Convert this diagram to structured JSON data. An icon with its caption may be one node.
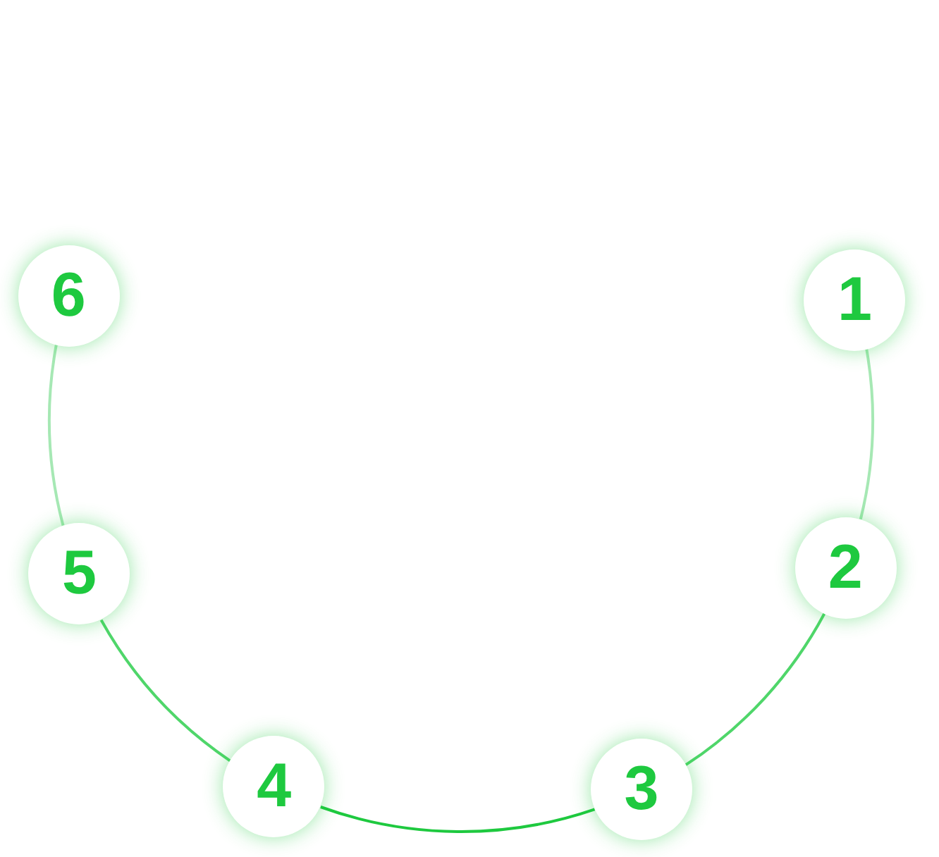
{
  "diagram": {
    "nodes": [
      {
        "text": [
          "1"
        ]
      },
      {
        "text": [
          "2"
        ]
      },
      {
        "text": [
          "3"
        ]
      },
      {
        "text": [
          "4"
        ]
      },
      {
        "text": [
          "5"
        ]
      },
      {
        "text": [
          "6"
        ]
      }
    ],
    "edges": [
      {
        "from": 0,
        "to": 1,
        "arrow": "none",
        "color": "#a6e8b4"
      },
      {
        "from": 1,
        "to": 2,
        "arrow": "none",
        "color": "#4fd66a"
      },
      {
        "from": 2,
        "to": 3,
        "arrow": "none",
        "color": "#1ec93f"
      },
      {
        "from": 3,
        "to": 4,
        "arrow": "none",
        "color": "#4fd66a"
      },
      {
        "from": 4,
        "to": 5,
        "arrow": "none",
        "color": "#a6e8b4"
      }
    ]
  }
}
